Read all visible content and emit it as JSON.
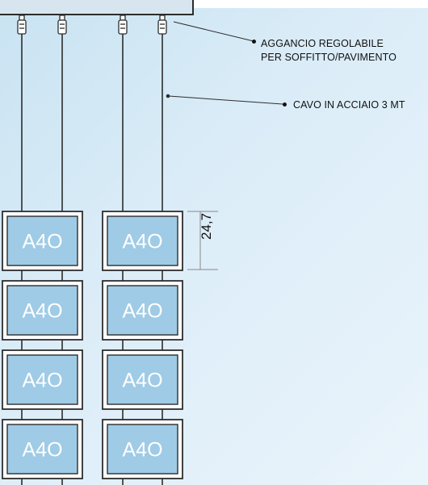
{
  "labels": {
    "hook_line1": "AGGANCIO REGOLABILE",
    "hook_line2": "PER SOFFITTO/PAVIMENTO",
    "cable": "CAVO IN ACCIAIO 3 MT",
    "dimension": "24,7"
  },
  "frame_text": "A4O",
  "colors": {
    "background": "#d6eaf6",
    "frame_fill": "#9fcbe6",
    "frame_border": "#2d2d2d",
    "cable": "#2d2d2d"
  }
}
